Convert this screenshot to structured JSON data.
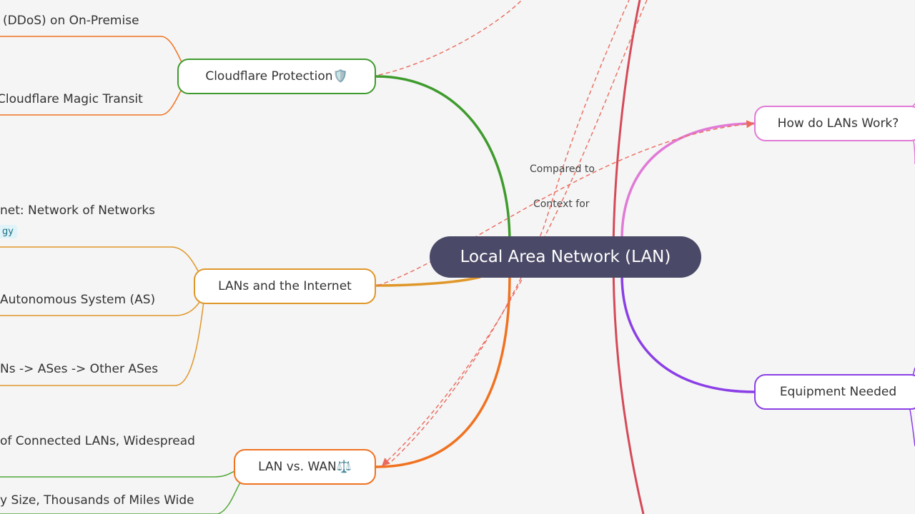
{
  "root": {
    "label": "Local Area Network (LAN)"
  },
  "branches": {
    "cloudflare": {
      "label": "Cloudflare Protection🛡️",
      "color": "#3f9b2d",
      "children": [
        "(DDoS) on On-Premise",
        "Cloudflare Magic Transit"
      ]
    },
    "internet": {
      "label": "LANs and the Internet",
      "color": "#e0972a",
      "children": [
        "net: Network of Networks",
        "Autonomous System (AS)",
        "Ns -> ASes -> Other ASes"
      ],
      "tag": "gy"
    },
    "wan": {
      "label": "LAN vs. WAN⚖️",
      "color": "#f07220",
      "children": [
        "of Connected LANs, Widespread",
        "y Size, Thousands of Miles Wide"
      ],
      "child_color": "#52a83a"
    },
    "how": {
      "label": "How do LANs Work?",
      "color": "#e07ad6"
    },
    "equipment": {
      "label": "Equipment Needed",
      "color": "#8a3fe6"
    }
  },
  "edge_labels": {
    "compared_to": "Compared to",
    "context_for": "Context for"
  },
  "colors": {
    "cross_link": "#ea6a5e",
    "right_trunk": "#d44a58",
    "root_bg": "#4a4a68"
  }
}
